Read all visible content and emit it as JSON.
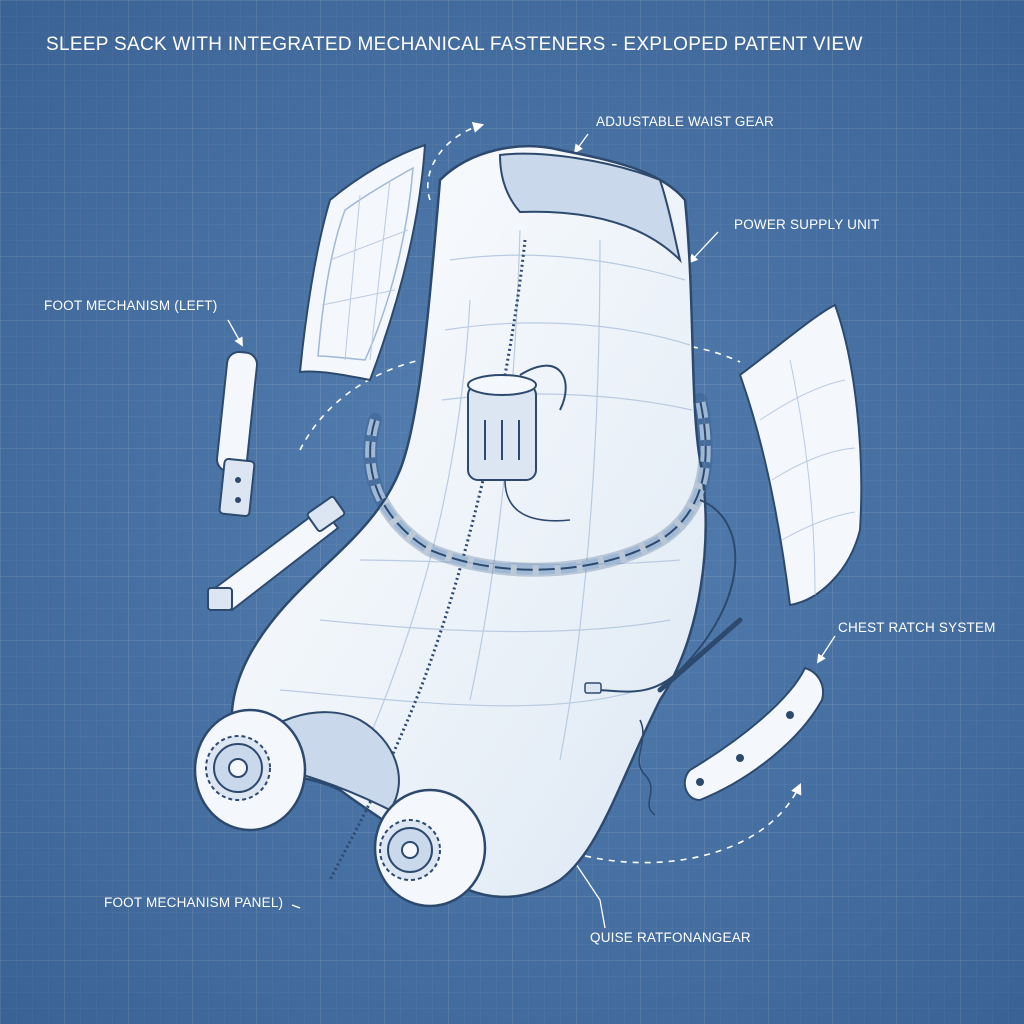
{
  "title": "SLEEP SACK WITH INTEGRATED MECHANICAL FASTENERS - EXPLOPED PATENT VIEW",
  "labels": {
    "waist_gear": "ADJUSTABLE WAIST GEAR",
    "power_supply": "POWER SUPPLY UNIT",
    "foot_left": "FOOT MECHANISM (LEFT)",
    "chest_ratch": "CHEST RATCH SYSTEM",
    "foot_panel": "FOOT MECHANISM PANEL)",
    "quise_gear": "QUISE RATFONANGEAR"
  },
  "colors": {
    "background": "#4a76a8",
    "line": "#ffffff",
    "part_fill": "#f4f7fb",
    "part_shadow": "#c9d8ea",
    "ink": "#2d4a6e"
  }
}
